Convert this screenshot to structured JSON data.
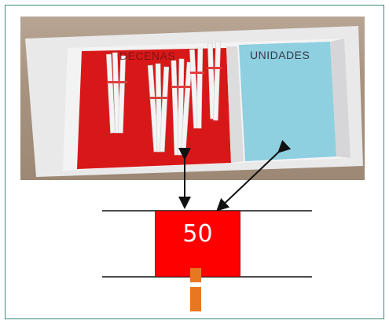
{
  "photo": {
    "decenas_label": "DECENAS",
    "unidades_label": "UNIDADES"
  },
  "abacus": {
    "value": "50",
    "box_color": "#ff0000",
    "marker_color": "#e87722"
  },
  "colors": {
    "frame_border": "#3a8a7a",
    "decenas_mat": "#d81818",
    "unidades_mat": "#8ecfe0",
    "arrow": "#111111"
  }
}
